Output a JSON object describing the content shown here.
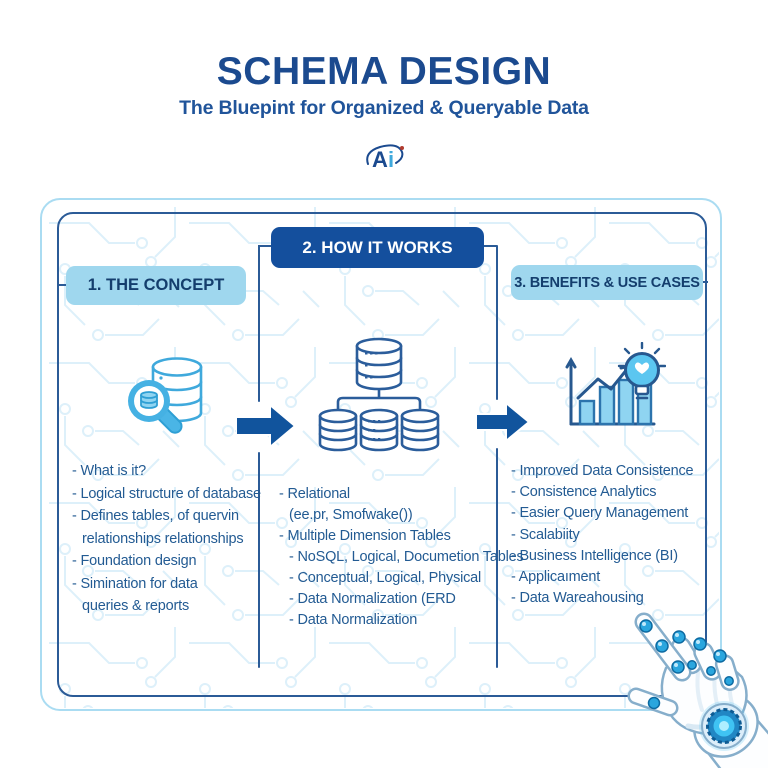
{
  "header": {
    "title": "SCHEMA DESIGN",
    "subtitle": "The Bluepint for Organized & Queryable Data",
    "logo_text": "Ai"
  },
  "panel": {
    "sections": {
      "concept": {
        "label": "1. THE CONCEPT",
        "icon": "search-database-icon",
        "items": [
          "- What is it?",
          "- Logical structure of database",
          "- Defines tables, of quervin",
          "relationships relationships",
          "- Foundation design",
          "- Simination for data",
          "queries & reports"
        ]
      },
      "how_it_works": {
        "label": "2. HOW IT WORKS",
        "icon": "database-hierarchy-icon",
        "items": [
          "- Relational",
          "(ee.pr, Smofwake())",
          "- Multiple Dimension Tables",
          "- NoSQL, Logical, Documetion Tables",
          "- Conceptual, Logical, Physical",
          "- Data Normalization (ERD",
          "- Data Normalization"
        ]
      },
      "benefits": {
        "label": "3. BENEFITS & USE CASES",
        "icon": "analytics-idea-icon",
        "items": [
          "- Improved Data Consistence",
          "- Consistence Analytics",
          "- Easier Query Management",
          "- Scalabiity",
          "- Business Intelligence (BI)",
          "- Applicaıment",
          "- Data Wareahousing"
        ]
      }
    }
  },
  "decorations": {
    "arrows": "arrow-right-icon",
    "robot_hand": "robot-hand-illustration",
    "background": "circuit-board-pattern"
  },
  "colors": {
    "title_blue": "#1b4a8f",
    "body_text": "#235b93",
    "header_light_bg": "#9fd7ee",
    "header_dark_bg": "#144f9d",
    "frame_outer": "#aadcf2",
    "frame_inner": "#2b5b97",
    "arrow": "#11549d",
    "icon_light_blue": "#3fb0e5",
    "circuit_line": "#d7edf9"
  }
}
